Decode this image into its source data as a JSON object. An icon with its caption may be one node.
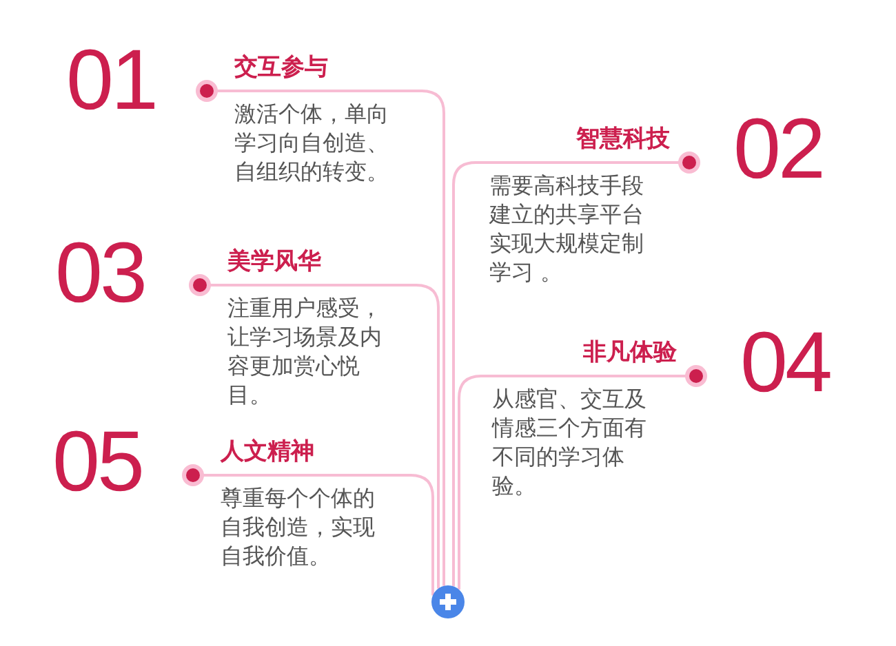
{
  "diagram": {
    "nodes": [
      {
        "text": [
          "交互参与",
          "激活个体，单向学习向自创造、自组织的转变。"
        ],
        "beside": [
          "01"
        ]
      },
      {
        "text": [
          "智慧科技",
          "需要高科技手段建立的共享平台实现大规模定制学习 。"
        ],
        "beside": [
          "02"
        ]
      },
      {
        "text": [
          "美学风华",
          "注重用户感受，让学习场景及内容更加赏心悦目。"
        ],
        "beside": [
          "03"
        ]
      },
      {
        "text": [
          "非凡体验",
          "从感官、交互及情感三个方面有不同的学习体验。"
        ],
        "beside": [
          "04"
        ]
      },
      {
        "text": [
          "人文精神",
          "尊重每个个体的自我创造，实现自我价值。"
        ],
        "beside": [
          "05"
        ]
      },
      {
        "text": [],
        "shape": "circle"
      }
    ],
    "edges": [
      {
        "from": 0,
        "to": 5,
        "arrow": "none"
      },
      {
        "from": 1,
        "to": 5,
        "arrow": "none"
      },
      {
        "from": 2,
        "to": 5,
        "arrow": "none"
      },
      {
        "from": 3,
        "to": 5,
        "arrow": "none"
      },
      {
        "from": 4,
        "to": 5,
        "arrow": "none"
      }
    ]
  }
}
